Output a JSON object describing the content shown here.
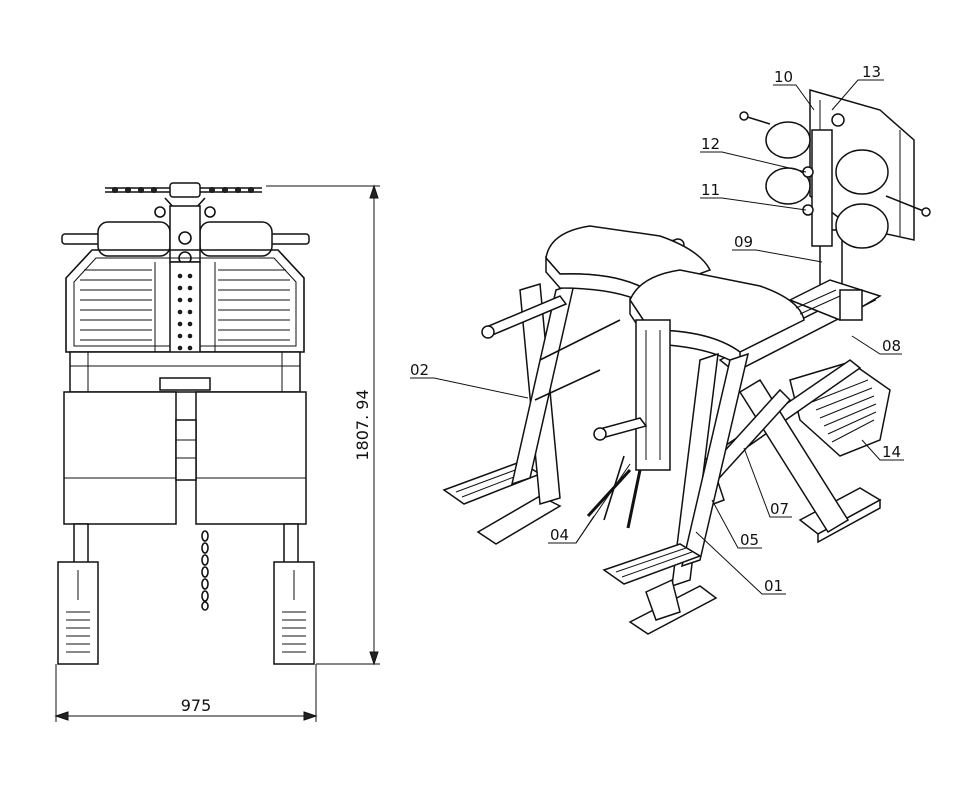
{
  "front_view": {
    "dimension_width": "975",
    "dimension_height": "1807. 94"
  },
  "parts": [
    {
      "id": "p10",
      "label": "10"
    },
    {
      "id": "p13",
      "label": "13"
    },
    {
      "id": "p12",
      "label": "12"
    },
    {
      "id": "p11",
      "label": "11"
    },
    {
      "id": "p09",
      "label": "09"
    },
    {
      "id": "p02",
      "label": "02"
    },
    {
      "id": "p08",
      "label": "08"
    },
    {
      "id": "p14",
      "label": "14"
    },
    {
      "id": "p07",
      "label": "07"
    },
    {
      "id": "p04",
      "label": "04"
    },
    {
      "id": "p05",
      "label": "05"
    },
    {
      "id": "p01",
      "label": "01"
    }
  ],
  "colors": {
    "line": "#111111",
    "background": "#ffffff"
  }
}
